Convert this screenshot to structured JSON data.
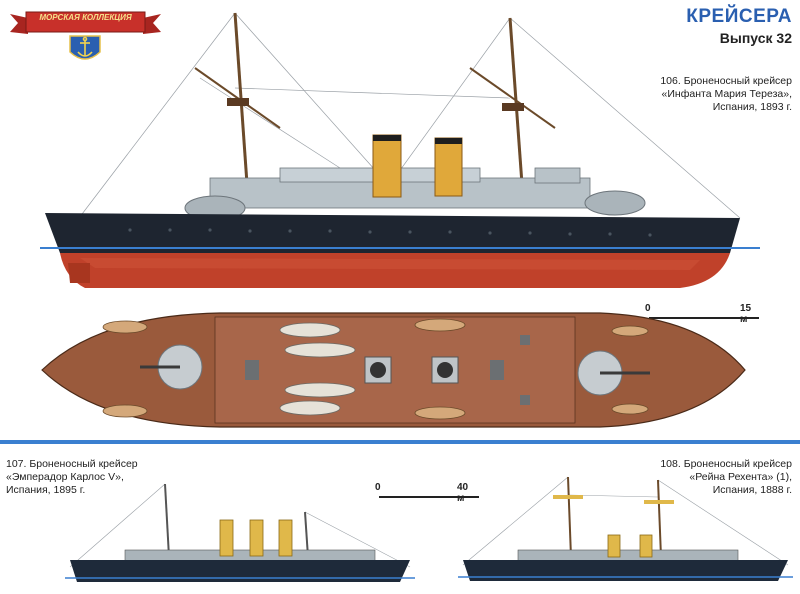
{
  "header": {
    "logo_text": "МОРСКАЯ КОЛЛЕКЦИЯ",
    "title": "КРЕЙСЕРА",
    "issue": "Выпуск 32"
  },
  "ships": [
    {
      "caption_lines": [
        "106. Броненосный крейсер",
        "«Инфанта Мария Тереза»,",
        "Испания, 1893 г."
      ]
    },
    {
      "caption_lines": [
        "107. Броненосный крейсер",
        "«Эмперадор Карлос V»,",
        "Испания, 1895 г."
      ]
    },
    {
      "caption_lines": [
        "108. Броненосный крейсер",
        "«Рейна Рехента» (1),",
        "Испания, 1888 г."
      ]
    }
  ],
  "scales": [
    {
      "start": "0",
      "end": "15 м"
    },
    {
      "start": "0",
      "end": "40 м"
    }
  ],
  "colors": {
    "title_blue": "#2a5fb0",
    "hull_black": "#1e2530",
    "hull_red": "#c0412a",
    "deck_brown": "#9a5a3c",
    "funnel_yellow": "#e0a83a",
    "waterline_blue": "#3a7fd0",
    "banner_red": "#c8302a"
  }
}
